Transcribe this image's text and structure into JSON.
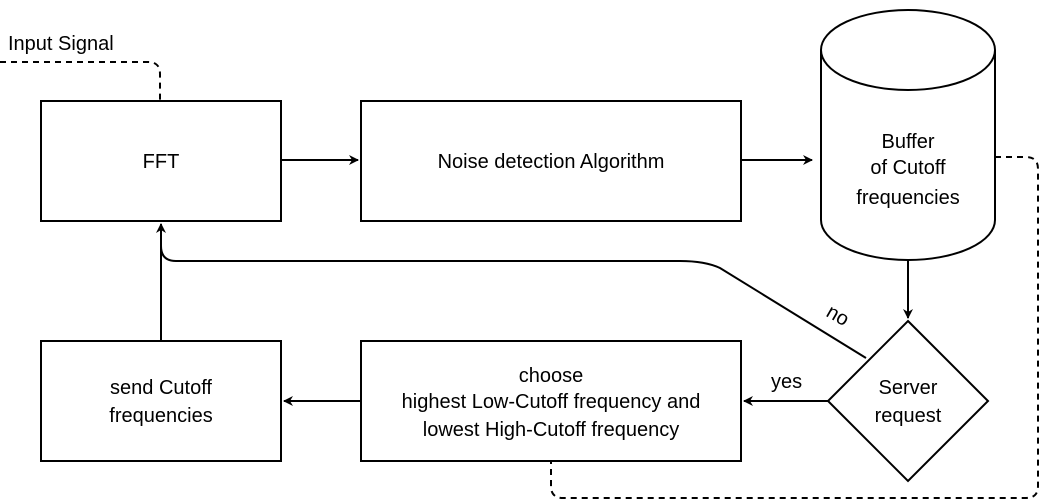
{
  "input_label": "Input Signal",
  "nodes": {
    "fft": "FFT",
    "noise": "Noise detection Algorithm",
    "buffer": [
      "Buffer",
      "of Cutoff",
      "frequencies"
    ],
    "server": [
      "Server",
      "request"
    ],
    "choose": [
      "choose",
      "highest Low-Cutoff frequency and",
      "lowest High-Cutoff frequency"
    ],
    "send": [
      "send Cutoff",
      "frequencies"
    ]
  },
  "edges": {
    "yes": "yes",
    "no": "no"
  }
}
